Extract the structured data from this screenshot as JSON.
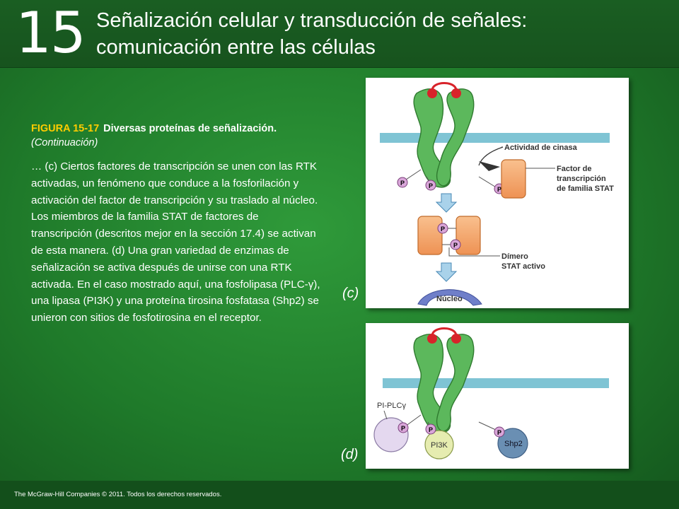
{
  "header": {
    "chapter_number": "15",
    "title_line1": "Señalización celular y transducción de señales:",
    "title_line2": "comunicación entre las células"
  },
  "caption": {
    "figure_label": "FIGURA 15-17",
    "figure_title": "Diversas proteínas de señalización.",
    "continuation": "(Continuación)",
    "body": "… (c) Ciertos factores de transcripción se unen con las RTK activadas, un fenómeno que conduce a la fosforilación y activación del factor de transcripción y su traslado al núcleo. Los miembros de la familia STAT de factores de transcripción (descritos mejor en la sección 17.4) se activan de esta manera. (d) Una gran variedad de enzimas de señalización se activa después de unirse con una RTK activada. En el caso mostrado aquí, una fosfolipasa (PLC-γ), una lipasa (PI3K) y una proteína tirosina fosfatasa (Shp2) se unieron con sitios de fosfotirosina en el receptor."
  },
  "panel_c": {
    "label": "(c)",
    "kinase_activity": "Actividad de cinasa",
    "stat_factor_line1": "Factor de",
    "stat_factor_line2": "transcripción",
    "stat_factor_line3": "de familia STAT",
    "dimer_line1": "Dímero",
    "dimer_line2": "STAT activo",
    "nucleus": "Núcleo",
    "phospho": "P"
  },
  "panel_d": {
    "label": "(d)",
    "plc": "PI-PLCγ",
    "pi3k": "PI3K",
    "shp2": "Shp2",
    "phospho": "P"
  },
  "colors": {
    "receptor_green": "#5cb85c",
    "membrane_blue": "#7fc4d4",
    "stat_orange": "#f4a66a",
    "phospho_pink": "#d9a6d9",
    "ligand_red": "#d8232a",
    "nucleus_blue": "#6f7fc9",
    "plc_lilac": "#e4d8ef",
    "pi3k_yellow": "#e6ecb0",
    "shp2_blue": "#6a8fb3",
    "fig_label_yellow": "#ffcc00"
  },
  "footer": {
    "copyright": "The McGraw-Hill Companies © 2011. Todos los derechos reservados."
  }
}
